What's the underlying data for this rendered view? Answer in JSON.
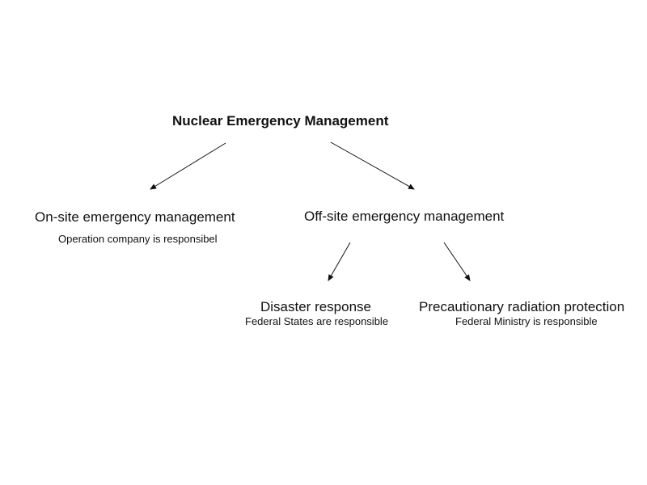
{
  "diagram": {
    "root": {
      "title": "Nuclear Emergency Management"
    },
    "onsite": {
      "label": "On-site emergency management",
      "note": "Operation company is responsibel"
    },
    "offsite": {
      "label": "Off-site emergency management"
    },
    "disaster": {
      "label": "Disaster response",
      "note": "Federal States are responsible"
    },
    "precaution": {
      "label": "Precautionary radiation protection",
      "note": "Federal Ministry is responsible"
    }
  },
  "colors": {
    "text": "#111111",
    "arrow": "#111111",
    "background": "#ffffff"
  },
  "icons": [
    "arrow-icon"
  ]
}
